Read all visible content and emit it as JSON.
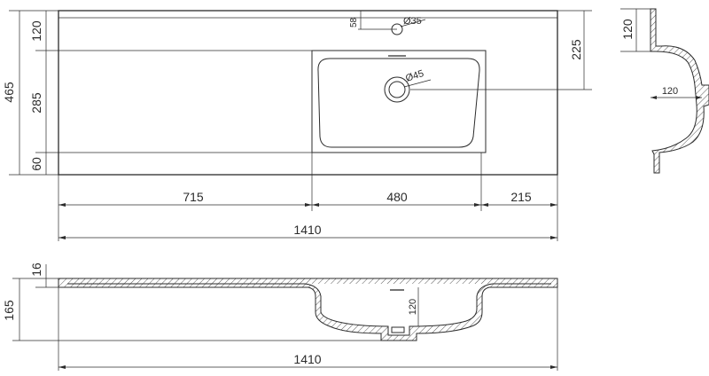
{
  "top_view": {
    "height_total": "465",
    "height_top": "120",
    "height_mid": "285",
    "height_bottom": "60",
    "tap_offset": "58",
    "tap_hole": "Ø35",
    "drain_hole": "Ø45",
    "drain_offset": "225",
    "width_left": "715",
    "width_basin": "480",
    "width_right": "215",
    "width_total": "1410"
  },
  "side_section": {
    "depth": "120",
    "depth_horizontal": "120"
  },
  "front_section": {
    "thickness": "16",
    "height_total": "165",
    "basin_depth": "120",
    "width_total": "1410"
  }
}
